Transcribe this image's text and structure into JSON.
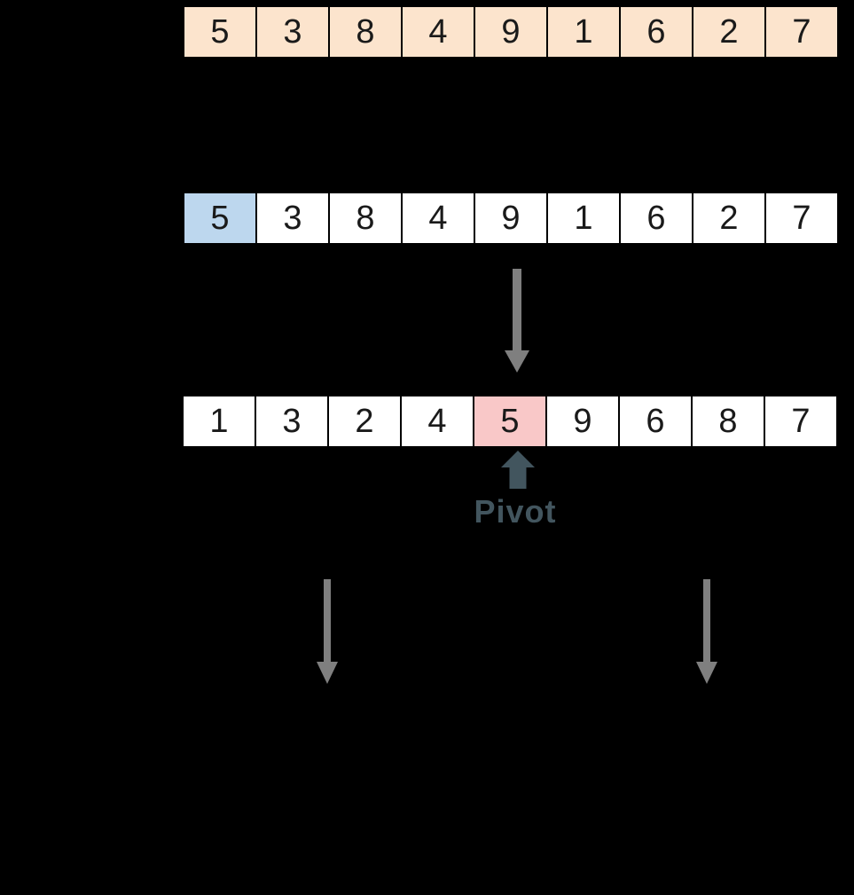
{
  "diagram": {
    "type": "quicksort-partition-step",
    "rows": [
      {
        "name": "initial-array",
        "cells": [
          "5",
          "3",
          "8",
          "4",
          "9",
          "1",
          "6",
          "2",
          "7"
        ],
        "fill": "#fce4cd",
        "highlighted_index": null,
        "highlight_color": null
      },
      {
        "name": "pivot-selected-array",
        "cells": [
          "5",
          "3",
          "8",
          "4",
          "9",
          "1",
          "6",
          "2",
          "7"
        ],
        "fill": "#ffffff",
        "highlighted_index": 0,
        "highlight_color": "#bdd7ee"
      },
      {
        "name": "partitioned-array",
        "cells": [
          "1",
          "3",
          "2",
          "4",
          "5",
          "9",
          "6",
          "8",
          "7"
        ],
        "fill": "#ffffff",
        "highlighted_index": 4,
        "highlight_color": "#f9c8c8"
      }
    ],
    "pivot_label": "Pivot",
    "icons": [
      "down-arrow-icon",
      "pivot-up-arrow-icon",
      "left-branch-down-arrow-icon",
      "right-branch-down-arrow-icon"
    ],
    "colors": {
      "canvas_bg": "#000000",
      "cell_border": "#000000",
      "digit_color": "#1a1a1a",
      "row1_fill": "#fce4cd",
      "selected_fill": "#bdd7ee",
      "pivot_fill": "#f9c8c8",
      "arrow_gray": "#7f7f7f",
      "pivot_accent": "#42555e"
    }
  }
}
